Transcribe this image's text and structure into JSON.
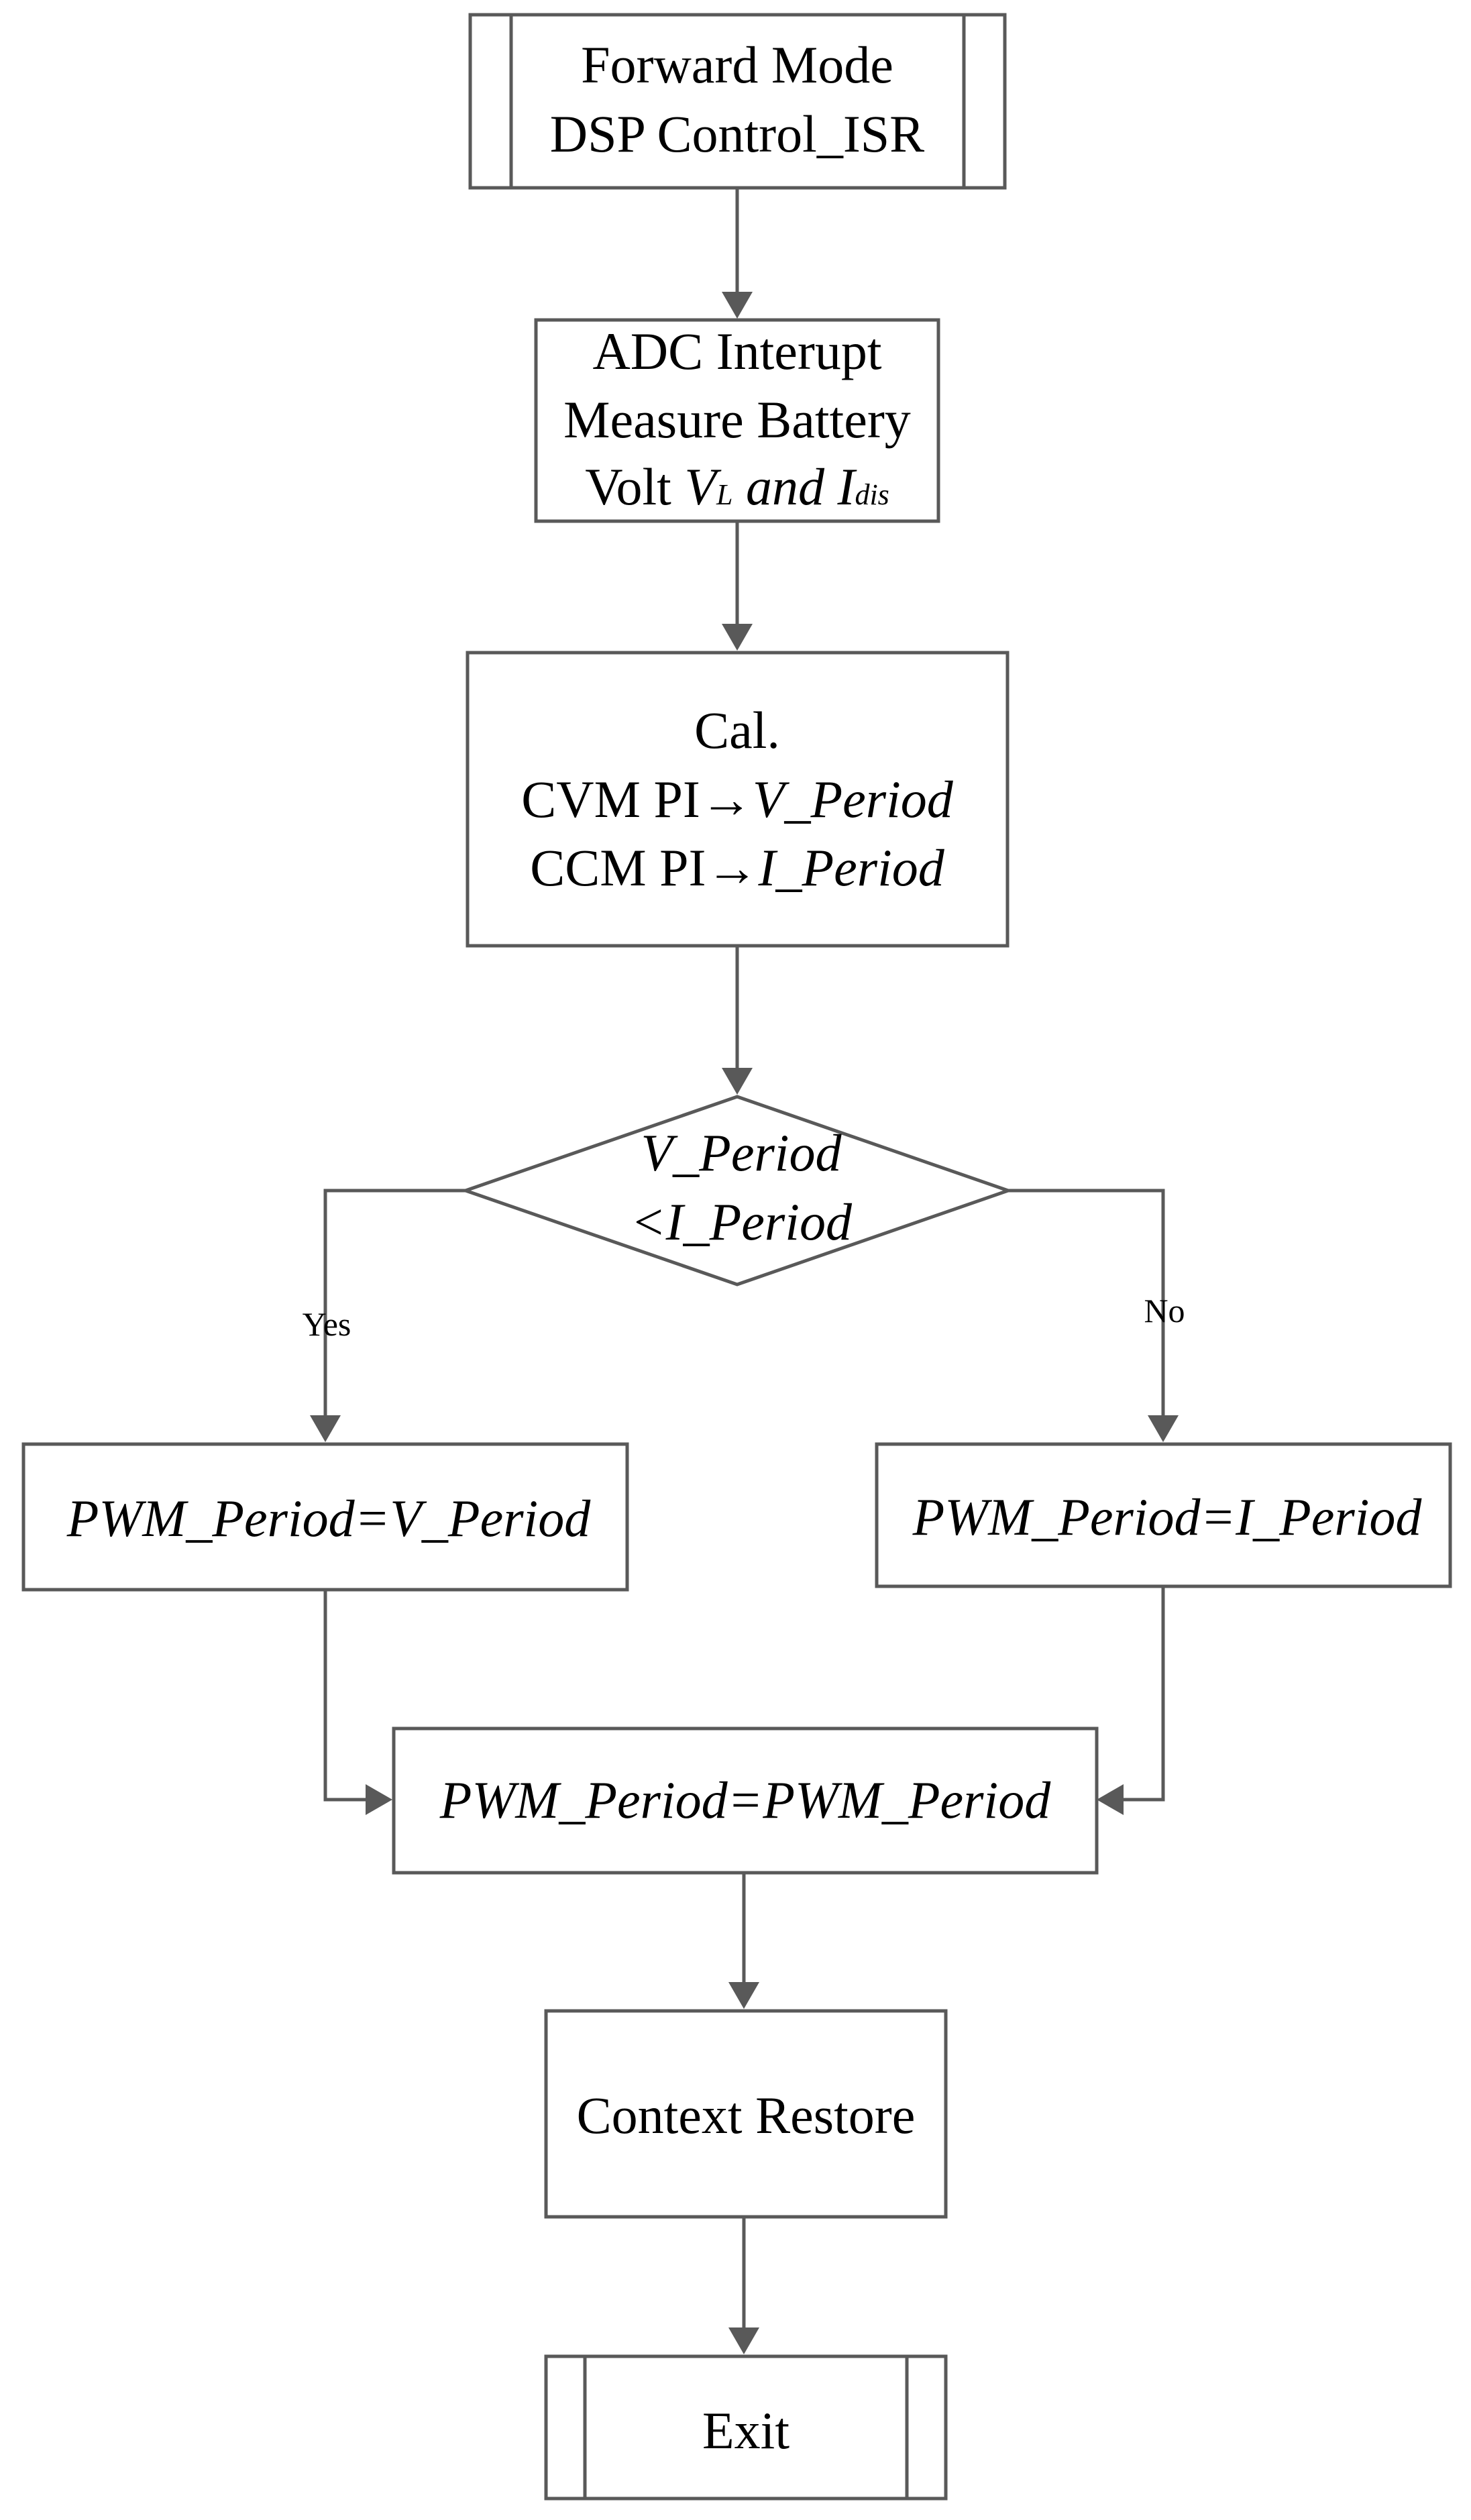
{
  "nodes": {
    "start": {
      "line1": "Forward Mode",
      "line2": "DSP Control_ISR"
    },
    "adc": {
      "line1": "ADC Interupt",
      "line2": "Measure Battery",
      "line3_prefix": "Volt ",
      "v_symbol": "V",
      "v_subscript": "L",
      "and_word": " and ",
      "i_symbol": "I",
      "i_subscript": "dis"
    },
    "calc": {
      "line1": "Cal.",
      "line2_prefix": "CVM PI",
      "line2_var": "V_Period",
      "line3_prefix": "CCM PI",
      "line3_var": "I_Period",
      "arrow_glyph": "→"
    },
    "decision": {
      "line1": "V_Period",
      "line2": "<I_Period"
    },
    "yes_box": {
      "text": "PWM_Period=V_Period"
    },
    "no_box": {
      "text": "PWM_Period=I_Period"
    },
    "merge": {
      "text": "PWM_Period=PWM_Period"
    },
    "restore": {
      "text": "Context Restore"
    },
    "exit": {
      "text": "Exit"
    }
  },
  "edges": {
    "yes_label": "Yes",
    "no_label": "No"
  },
  "colors": {
    "stroke": "#595959",
    "text": "#000000",
    "background": "#ffffff"
  }
}
